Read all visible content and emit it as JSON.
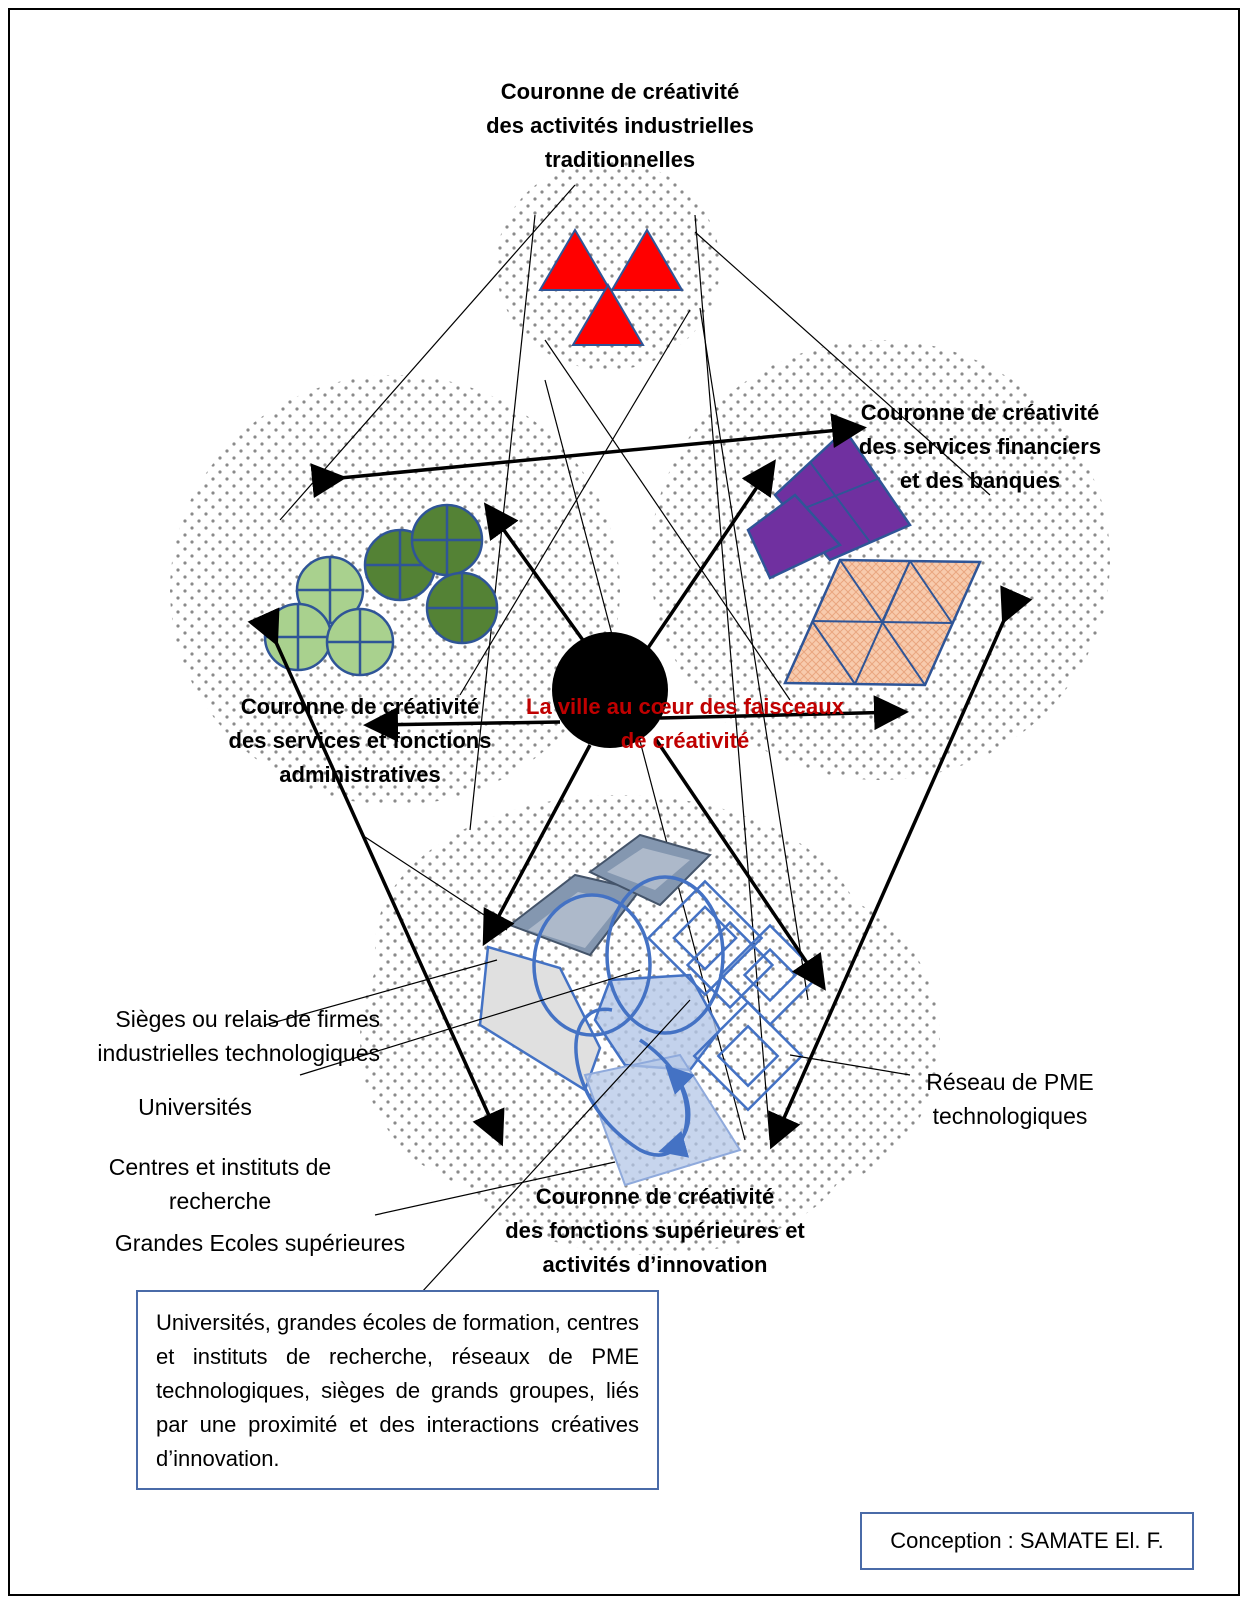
{
  "crowns": {
    "industrial": [
      "Couronne de créativité",
      "des activités industrielles",
      "traditionnelles"
    ],
    "financial": [
      "Couronne de créativité",
      "des services financiers",
      "et des banques"
    ],
    "administrative": [
      "Couronne de créativité",
      "des services et fonctions",
      "administratives"
    ],
    "innovation": [
      "Couronne de créativité",
      "des fonctions supérieures et",
      "activités d’innovation"
    ]
  },
  "center": {
    "line1": "La ville au cœur des faisceaux",
    "line2": "de créativité"
  },
  "legend_labels": {
    "sieges": [
      "Sièges ou relais de firmes",
      "industrielles technologiques"
    ],
    "universites": "Universités",
    "centres": [
      "Centres et instituts de",
      "recherche"
    ],
    "ecoles": "Grandes Ecoles supérieures",
    "pme": [
      "Réseau de PME",
      "technologiques"
    ]
  },
  "note": "Universités, grandes écoles de formation, centres et instituts de recherche, réseaux de PME technologiques, sièges de grands groupes, liés par une proximité et des interactions créatives d’innovation.",
  "credit": "Conception : SAMATE El. F.",
  "colors": {
    "red_triangles": "#ff0000",
    "light_green": "#a9d18e",
    "dark_green": "#548235",
    "purple": "#7030a0",
    "peach": "#f8cbad",
    "center_text": "#c00000",
    "blue_outline": "#4472c4"
  }
}
